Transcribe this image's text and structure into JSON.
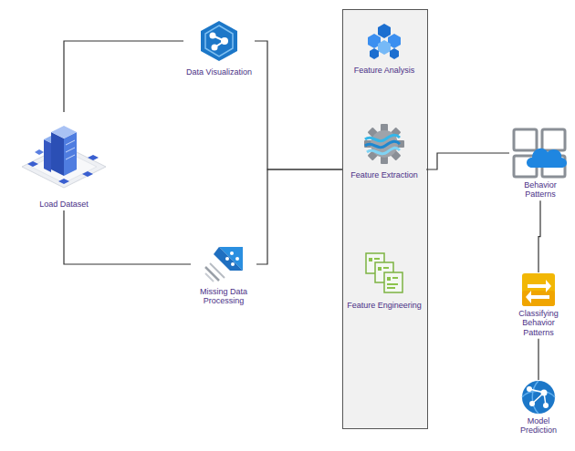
{
  "diagram": {
    "nodes": [
      {
        "text": [
          "Load Dataset"
        ]
      },
      {
        "text": [
          "Data Visualization"
        ]
      },
      {
        "text": [
          "Missing Data Processing"
        ]
      },
      {
        "text": [
          "Feature Analysis"
        ]
      },
      {
        "text": [
          "Feature Extraction"
        ]
      },
      {
        "text": [
          "Feature Engineering"
        ]
      },
      {
        "text": [
          "Behavior Patterns"
        ]
      },
      {
        "text": [
          "Classifying Behavior Patterns"
        ]
      },
      {
        "text": [
          "Model Prediction"
        ]
      }
    ],
    "edges": [
      {
        "from": 0,
        "to": 1,
        "arrow": "none"
      },
      {
        "from": 0,
        "to": 2,
        "arrow": "none"
      },
      {
        "from": 1,
        "to": 4,
        "arrow": "none"
      },
      {
        "from": 2,
        "to": 4,
        "arrow": "none"
      },
      {
        "from": 4,
        "to": 6,
        "arrow": "none"
      },
      {
        "from": 6,
        "to": 7,
        "arrow": "none"
      },
      {
        "from": 7,
        "to": 8,
        "arrow": "none"
      }
    ]
  }
}
